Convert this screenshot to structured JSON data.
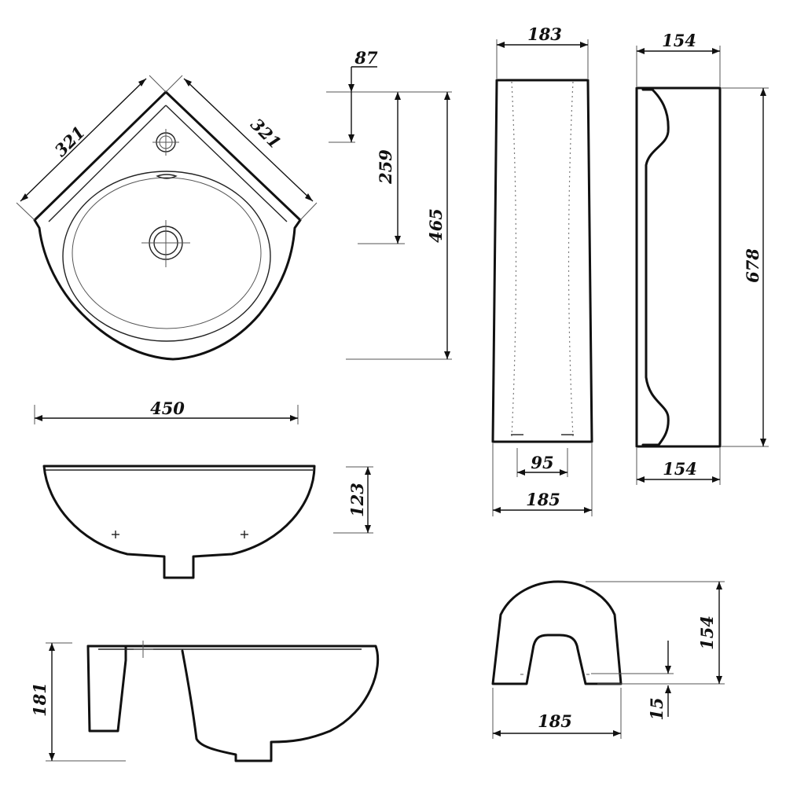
{
  "dimensions": {
    "top_left_edge": "321",
    "top_right_edge": "321",
    "tap_offset": "87",
    "drain_offset": "259",
    "overall_depth": "465",
    "basin_width": "450",
    "basin_front_height": "123",
    "basin_side_height": "181",
    "pedestal_top_width": "183",
    "pedestal_bottom_width": "185",
    "pedestal_foot_gap": "95",
    "pedestal_side_top": "154",
    "pedestal_side_bottom": "154",
    "pedestal_height": "678",
    "pedestal_section_height": "154",
    "pedestal_section_width": "185",
    "pedestal_section_wall": "15"
  }
}
